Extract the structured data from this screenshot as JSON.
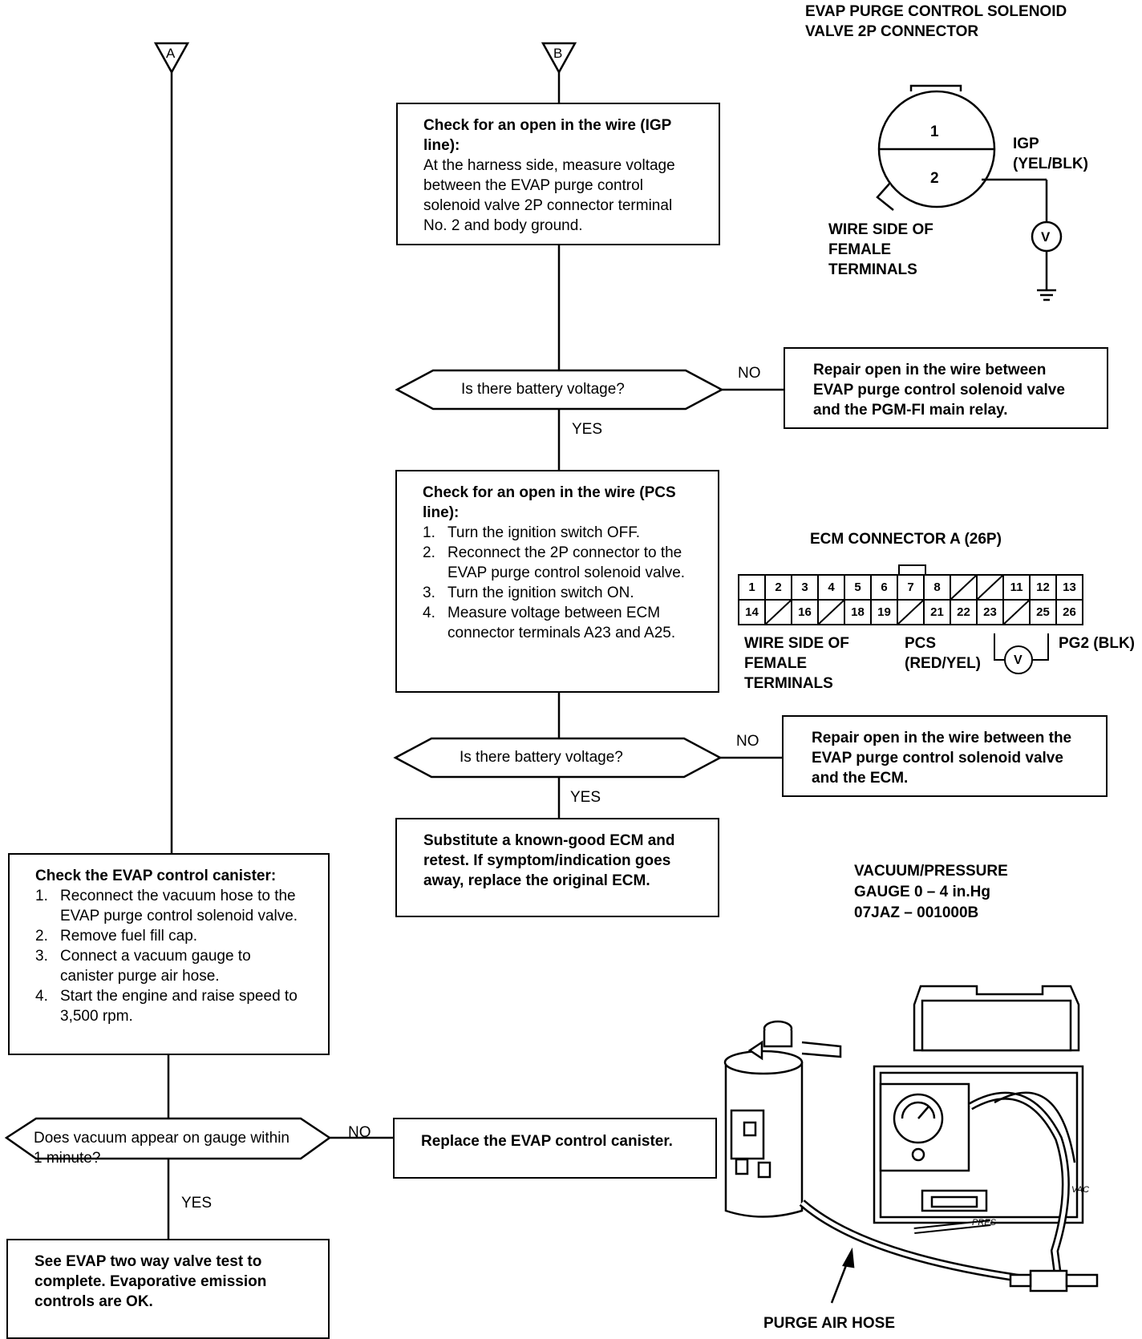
{
  "connectors": {
    "a": "A",
    "b": "B"
  },
  "box_igp": {
    "title": "Check for an open in the wire (IGP line):",
    "body": "At the harness side, measure voltage between the EVAP purge control solenoid valve 2P connector terminal No. 2 and body ground."
  },
  "q1": "Is there battery voltage?",
  "q1_no": "NO",
  "q1_yes": "YES",
  "repair1": "Repair open in the wire between EVAP purge control solenoid valve and the PGM-FI main relay.",
  "box_pcs": {
    "title": "Check for an open in the wire (PCS line):",
    "steps": [
      {
        "n": "1.",
        "t": "Turn the ignition switch OFF."
      },
      {
        "n": "2.",
        "t": "Reconnect the 2P connector to the EVAP purge control solenoid valve."
      },
      {
        "n": "3.",
        "t": "Turn the ignition switch ON."
      },
      {
        "n": "4.",
        "t": "Measure voltage between ECM connector terminals A23 and A25."
      }
    ]
  },
  "q2": "Is there battery voltage?",
  "q2_no": "NO",
  "q2_yes": "YES",
  "repair2": "Repair open in the wire between the EVAP purge control solenoid valve and the ECM.",
  "substitute": "Substitute a known-good ECM and retest. If symptom/indication goes away, replace the original ECM.",
  "box_canister": {
    "title": "Check the EVAP control canister:",
    "steps": [
      {
        "n": "1.",
        "t": "Reconnect the vacuum hose to the EVAP purge control solenoid valve."
      },
      {
        "n": "2.",
        "t": "Remove fuel fill cap."
      },
      {
        "n": "3.",
        "t": "Connect a vacuum gauge to canister purge air hose."
      },
      {
        "n": "4.",
        "t": "Start the engine and raise speed to 3,500 rpm."
      }
    ]
  },
  "q3": "Does vacuum appear on gauge within 1 minute?",
  "q3_no": "NO",
  "q3_yes": "YES",
  "replace_canister": "Replace the EVAP control canister.",
  "final": "See EVAP two way valve test to complete. Evaporative emission controls are OK.",
  "conn2p": {
    "title_l1": "EVAP PURGE CONTROL SOLENOID",
    "title_l2": "VALVE 2P CONNECTOR",
    "pin1": "1",
    "pin2": "2",
    "igp_l1": "IGP",
    "igp_l2": "(YEL/BLK)",
    "side_l1": "WIRE SIDE OF",
    "side_l2": "FEMALE",
    "side_l3": "TERMINALS",
    "meter": "V"
  },
  "ecm": {
    "title": "ECM CONNECTOR A (26P)",
    "row1": [
      "1",
      "2",
      "3",
      "4",
      "5",
      "6",
      "7",
      "8",
      "",
      "",
      "11",
      "12",
      "13"
    ],
    "row2": [
      "14",
      "",
      "16",
      "",
      "18",
      "19",
      "",
      "21",
      "22",
      "23",
      "",
      "25",
      "26"
    ],
    "side_l1": "WIRE SIDE OF",
    "side_l2": "FEMALE",
    "side_l3": "TERMINALS",
    "pcs_l1": "PCS",
    "pcs_l2": "(RED/YEL)",
    "pg2": "PG2 (BLK)",
    "meter": "V"
  },
  "gauge": {
    "l1": "VACUUM/PRESSURE",
    "l2": "GAUGE 0 – 4 in.Hg",
    "l3": "07JAZ – 001000B",
    "hose": "PURGE AIR HOSE",
    "vac": "VAC",
    "pres": "PRES"
  }
}
